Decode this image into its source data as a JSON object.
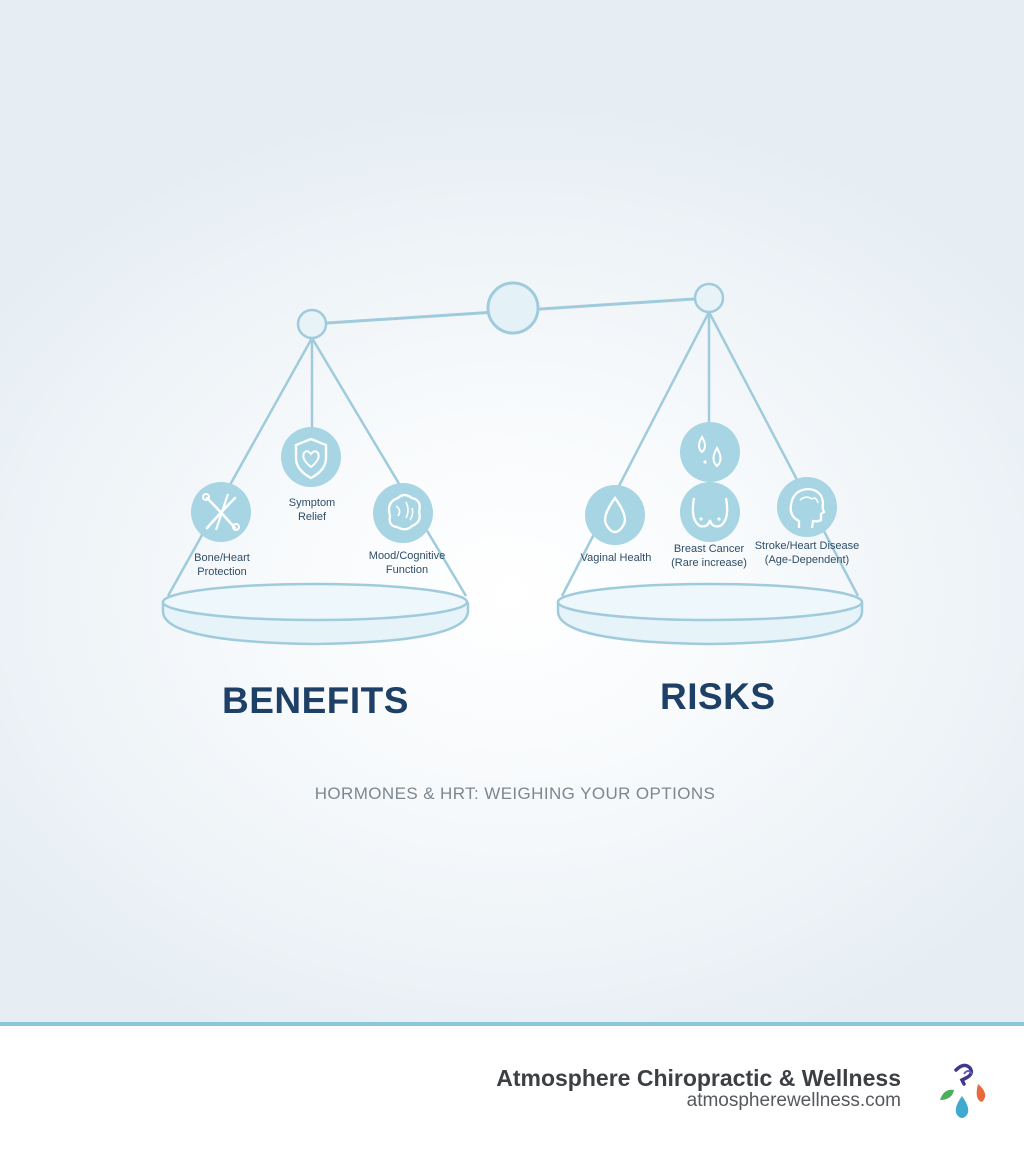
{
  "benefits": {
    "heading": "BENEFITS",
    "items": [
      {
        "lines": [
          "Bone/Heart",
          "Protection"
        ],
        "icon": "bone-cross-icon"
      },
      {
        "lines": [
          "Symptom",
          "Relief"
        ],
        "icon": "heart-shield-icon"
      },
      {
        "lines": [
          "Mood/Cognitive",
          "Function"
        ],
        "icon": "brain-icon"
      }
    ]
  },
  "risks": {
    "heading": "RISKS",
    "items": [
      {
        "lines": [
          "Vaginal Health"
        ],
        "icon": "drop-icon"
      },
      {
        "lines": [
          "Breast Cancer",
          "(Rare increase)"
        ],
        "icon": "breast-icon"
      },
      {
        "lines": [
          "Stroke/Heart Disease",
          "(Age-Dependent)"
        ],
        "icon": "head-profile-brain-icon"
      }
    ],
    "extra_icon": "blood-drops-icon"
  },
  "caption": "HORMONES & HRT: WEIGHING YOUR OPTIONS",
  "footer": {
    "brand_name": "Atmosphere Chiropractic & Wellness",
    "website": "atmospherewellness.com",
    "logo_icon": "atmosphere-drops-logo-icon"
  },
  "colors": {
    "line": "#9fcbdc",
    "icon_circle": "#a7d5e3",
    "heading": "#1e3f66",
    "footer_rule": "#8cc6dd"
  }
}
